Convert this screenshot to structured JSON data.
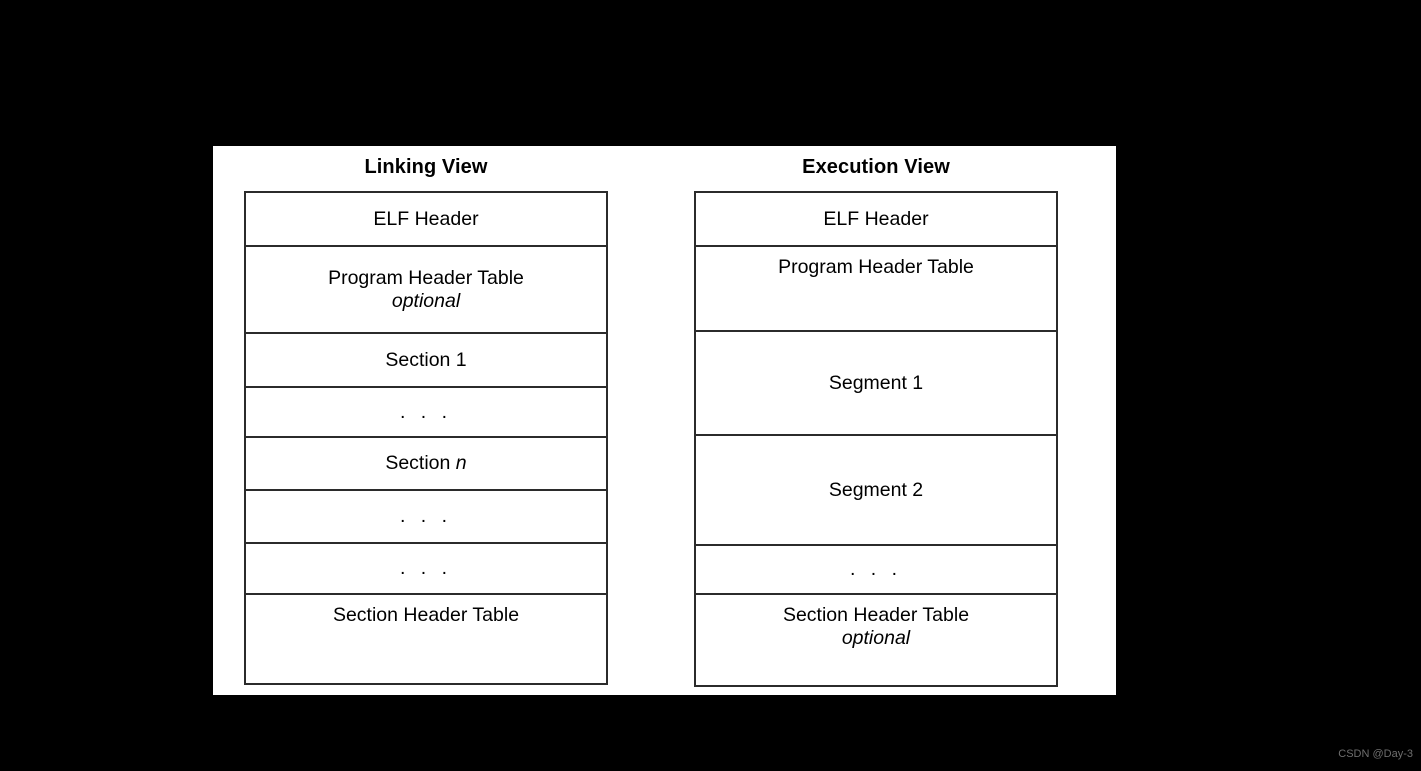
{
  "background_color": "#000000",
  "panel": {
    "background_color": "#ffffff",
    "border_color": "#2b2b2b"
  },
  "columns": [
    {
      "id": "linking-view",
      "title": "Linking View",
      "rows": [
        {
          "label": "ELF Header",
          "sub": "",
          "height": 54,
          "align": "center",
          "dots": false
        },
        {
          "label": "Program Header Table",
          "sub": "optional",
          "height": 87,
          "align": "center",
          "dots": false
        },
        {
          "label": "Section 1",
          "sub": "",
          "height": 54,
          "align": "center",
          "dots": false
        },
        {
          "label": ". . .",
          "sub": "",
          "height": 50,
          "align": "center",
          "dots": true
        },
        {
          "label": "Section n",
          "sub": "",
          "height": 53,
          "align": "center",
          "dots": false,
          "italic_tail": "n"
        },
        {
          "label": ". . .",
          "sub": "",
          "height": 53,
          "align": "center",
          "dots": true
        },
        {
          "label": ". . .",
          "sub": "",
          "height": 51,
          "align": "center",
          "dots": true
        },
        {
          "label": "Section Header Table",
          "sub": "",
          "height": 88,
          "align": "top",
          "dots": false
        }
      ]
    },
    {
      "id": "execution-view",
      "title": "Execution View",
      "rows": [
        {
          "label": "ELF Header",
          "sub": "",
          "height": 54,
          "align": "center",
          "dots": false
        },
        {
          "label": "Program Header Table",
          "sub": "",
          "height": 85,
          "align": "top",
          "dots": false
        },
        {
          "label": "Segment 1",
          "sub": "",
          "height": 104,
          "align": "center",
          "dots": false
        },
        {
          "label": "Segment 2",
          "sub": "",
          "height": 110,
          "align": "center",
          "dots": false
        },
        {
          "label": ". . .",
          "sub": "",
          "height": 49,
          "align": "center",
          "dots": true
        },
        {
          "label": "Section Header Table",
          "sub": "optional",
          "height": 90,
          "align": "top",
          "dots": false
        }
      ]
    }
  ],
  "watermark": {
    "text": "CSDN @Day-3"
  }
}
